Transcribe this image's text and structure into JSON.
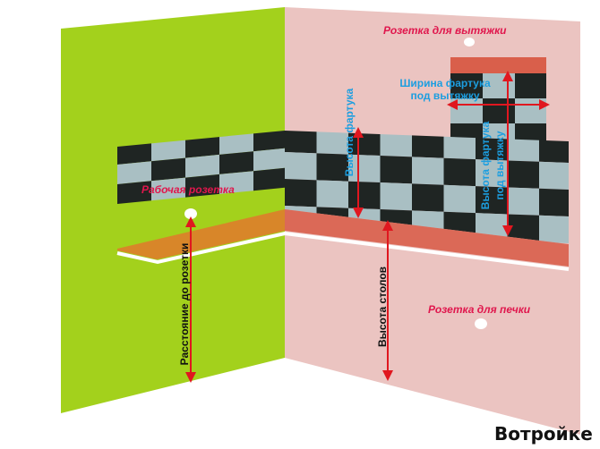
{
  "labels": {
    "hood_outlet": "Розетка для вытяжки",
    "backsplash_width_under_hood_line1": "Ширина фартука",
    "backsplash_width_under_hood_line2": "под вытяжку",
    "backsplash_height": "Высота фартука",
    "backsplash_height_under_hood_line1": "Высота фартука",
    "backsplash_height_under_hood_line2": "под вытяжку",
    "work_outlet": "Рабочая розетка",
    "outlet_distance": "Расстояние до розетки",
    "countertop_height": "Высота столов",
    "stove_outlet": "Розетка для печки"
  },
  "logo": "Вотройке",
  "colors": {
    "left_wall": "#a3d11c",
    "right_wall": "#ebc4c1",
    "tile_light": "#a9bfc3",
    "tile_dark": "#1f2523",
    "counter_left": "#de7d2b",
    "counter_right": "#d95f4b",
    "hood": "#d95f4b",
    "arrow": "#e0171f",
    "label_red": "#e0174d",
    "label_blue": "#1c9ee0"
  }
}
